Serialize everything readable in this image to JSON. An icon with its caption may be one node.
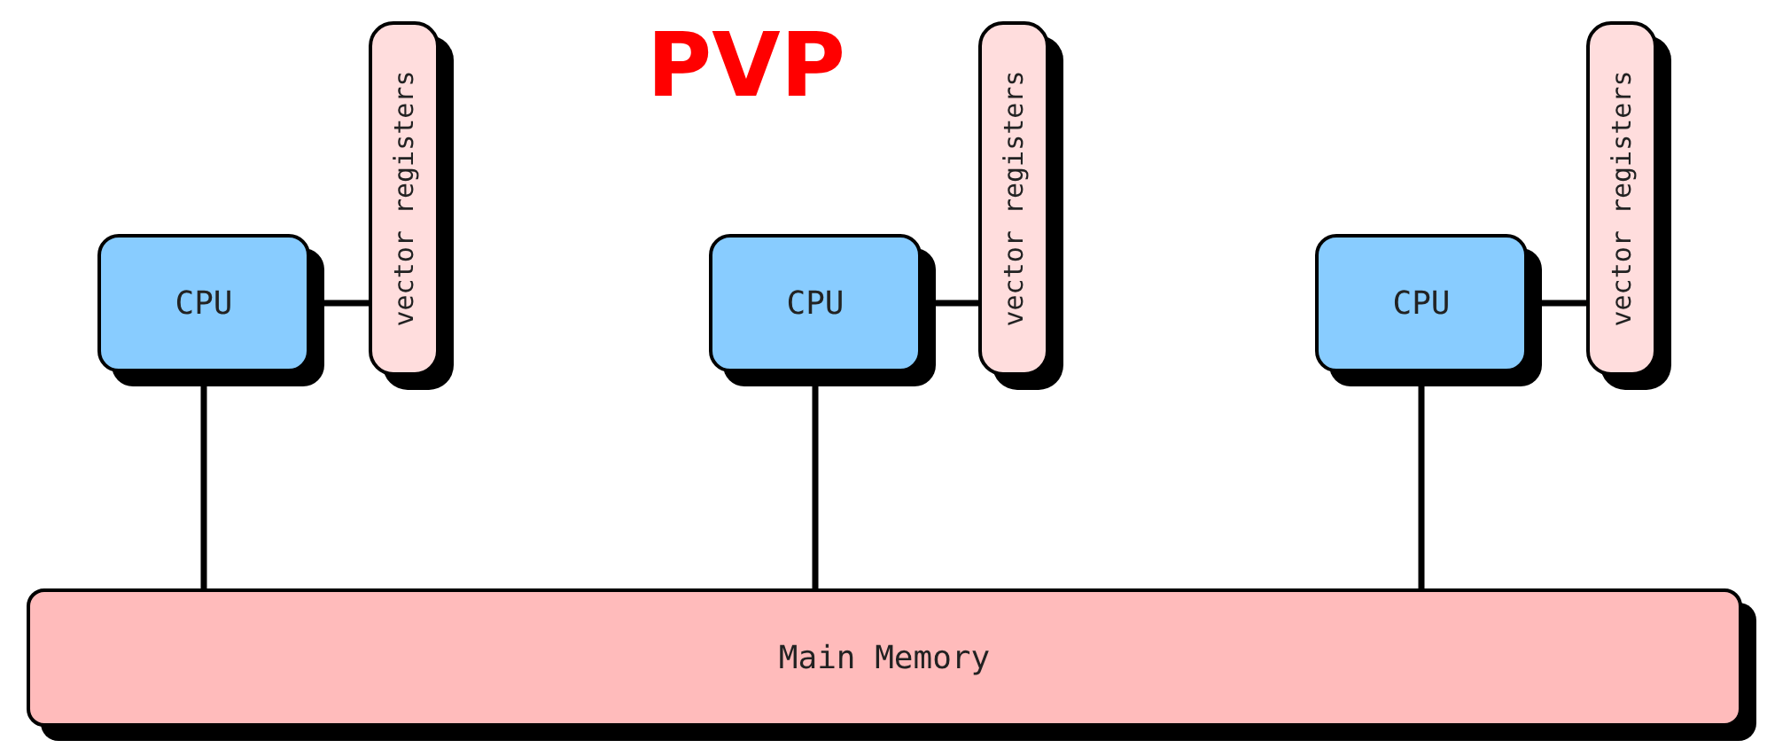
{
  "diagram": {
    "title": "PVP",
    "nodes": [
      {
        "text": [
          "CPU"
        ]
      },
      {
        "text": [
          "vector registers"
        ]
      },
      {
        "text": [
          "CPU"
        ]
      },
      {
        "text": [
          "vector registers"
        ]
      },
      {
        "text": [
          "CPU"
        ]
      },
      {
        "text": [
          "vector registers"
        ]
      },
      {
        "text": [
          "Main Memory"
        ]
      }
    ],
    "edges": [
      {
        "from": 0,
        "to": 1,
        "arrow": "none"
      },
      {
        "from": 2,
        "to": 3,
        "arrow": "none"
      },
      {
        "from": 4,
        "to": 5,
        "arrow": "none"
      },
      {
        "from": 0,
        "to": 6,
        "arrow": "none"
      },
      {
        "from": 2,
        "to": 6,
        "arrow": "none"
      },
      {
        "from": 4,
        "to": 6,
        "arrow": "none"
      }
    ]
  }
}
